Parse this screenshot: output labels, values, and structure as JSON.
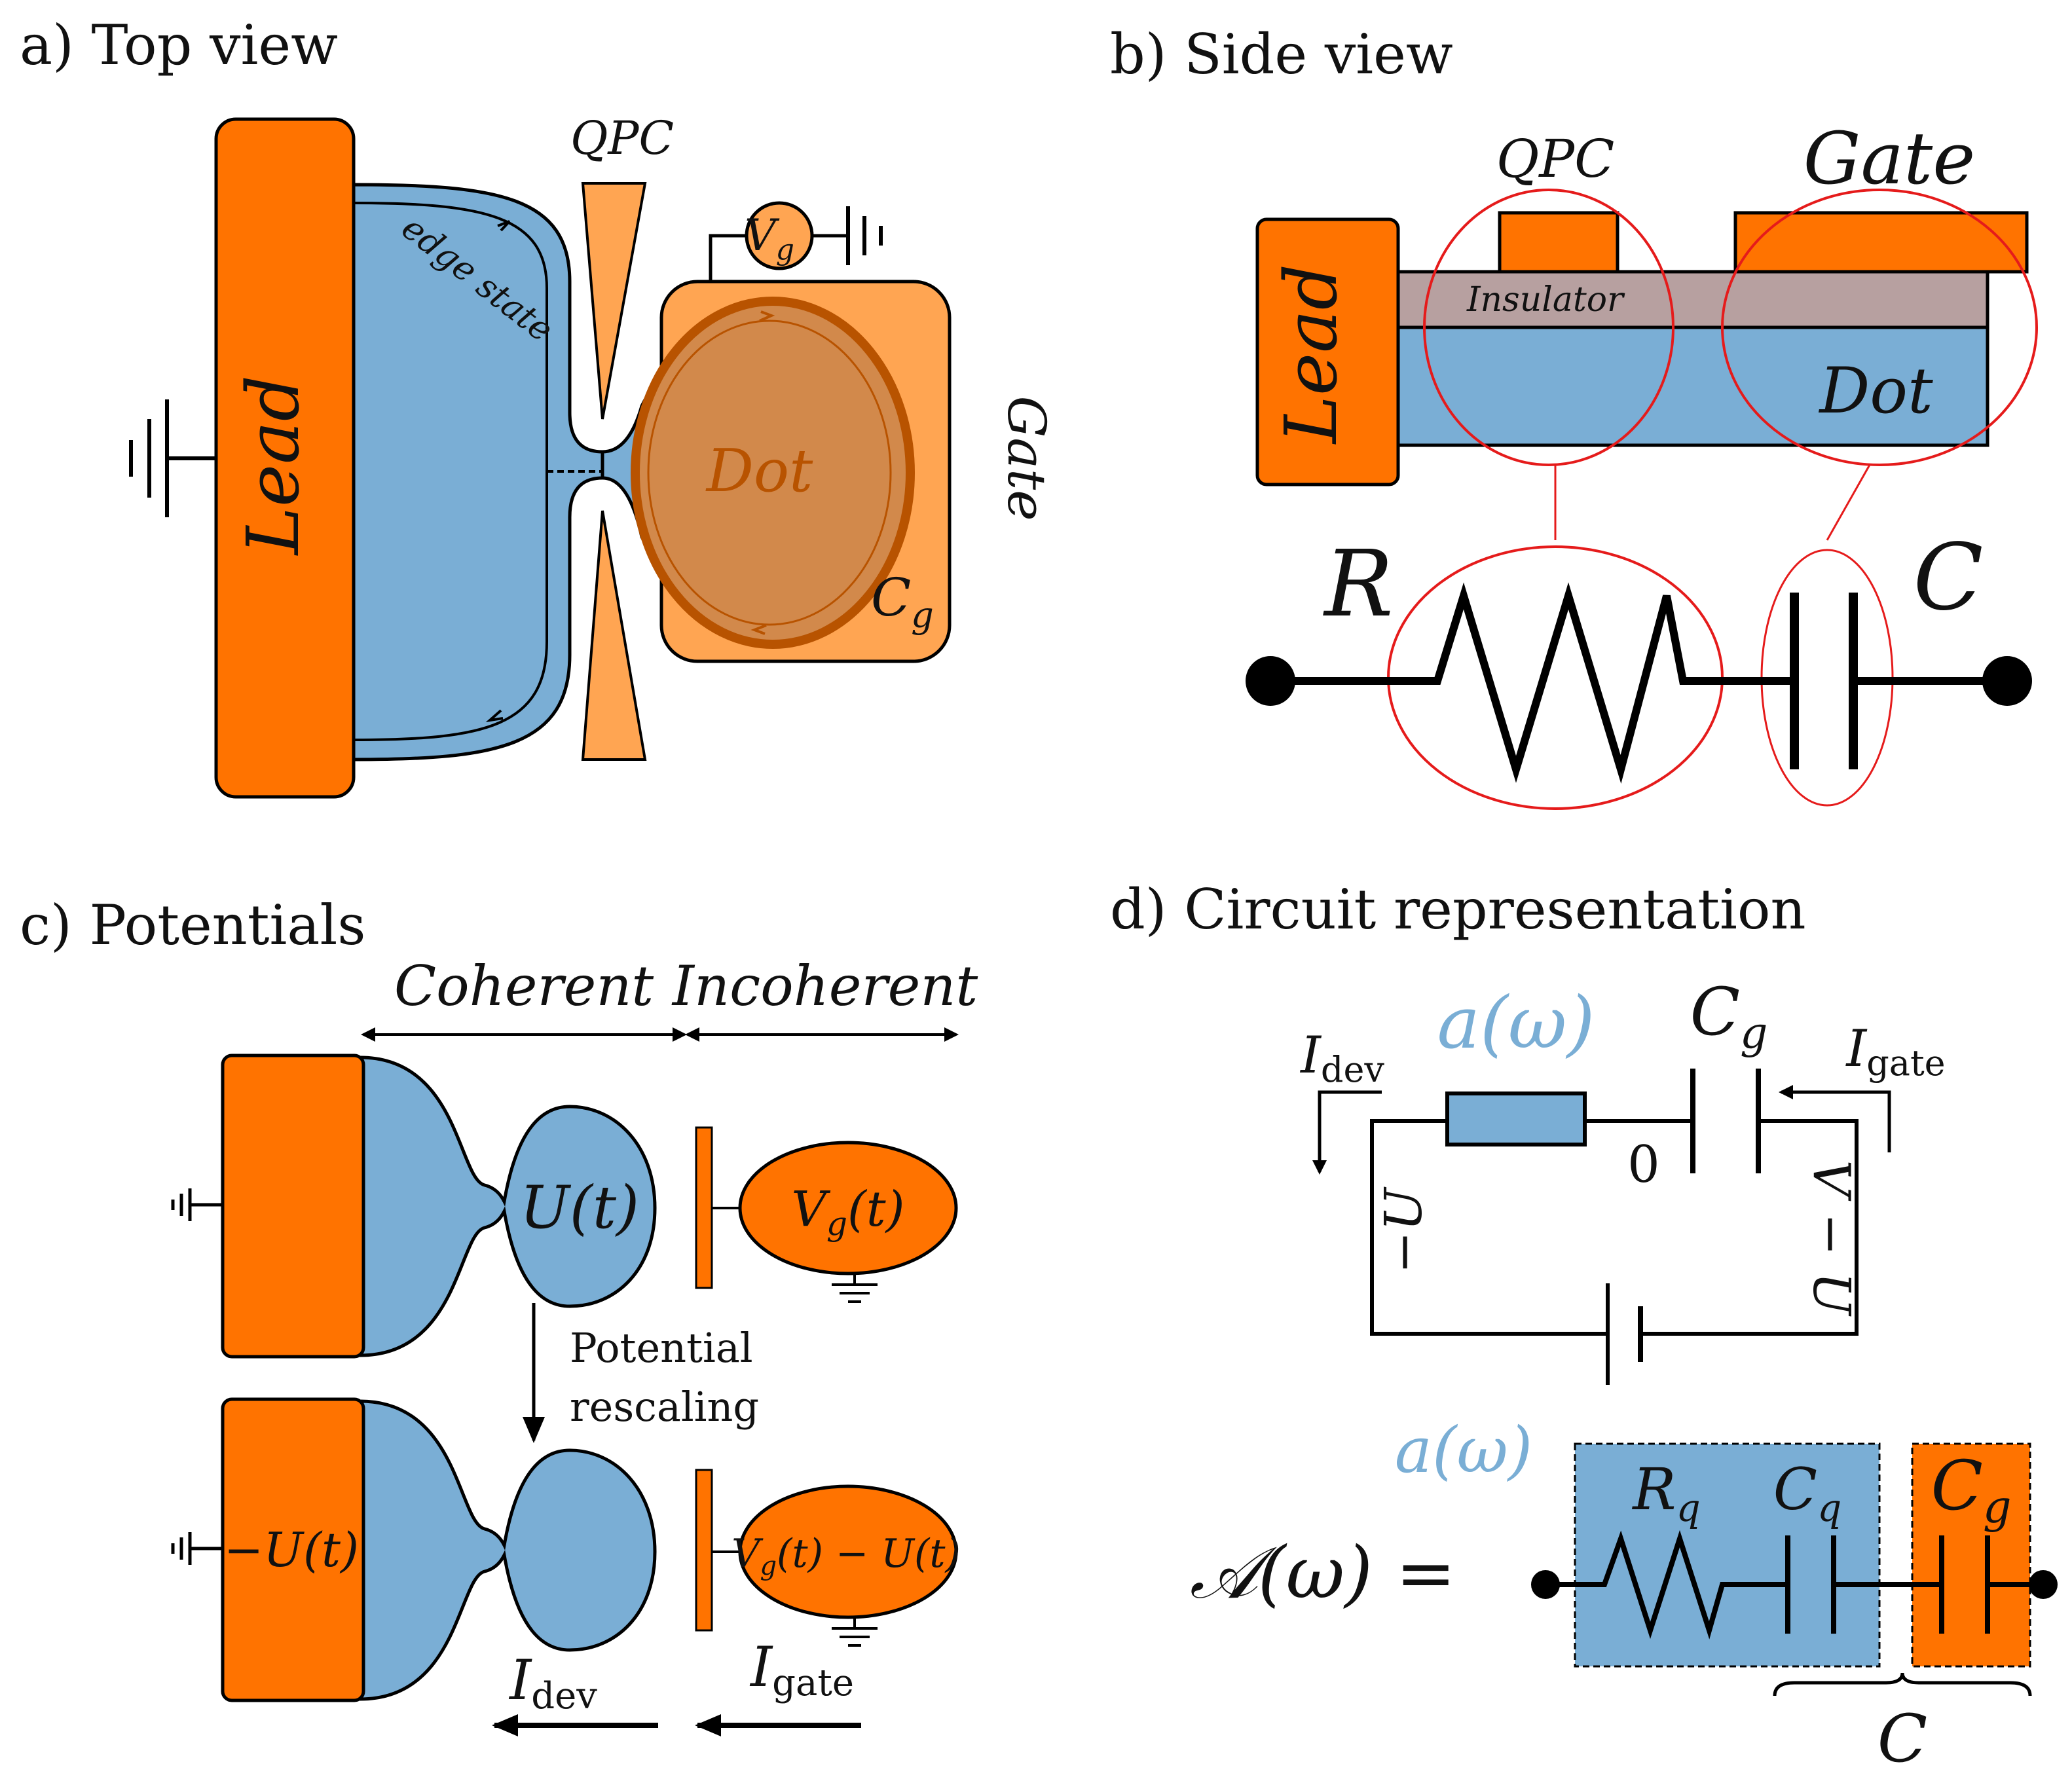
{
  "panels": {
    "a": {
      "title": "a) Top view",
      "lead": "Lead",
      "qpc": "QPC",
      "edge_state": "edge state",
      "vg": "V",
      "vg_sub": "g",
      "dot": "Dot",
      "gate": "Gate",
      "cg": "C",
      "cg_sub": "g"
    },
    "b": {
      "title": "b) Side view",
      "lead": "Lead",
      "qpc": "QPC",
      "gate": "Gate",
      "insulator": "Insulator",
      "dot": "Dot",
      "r": "R",
      "c": "C"
    },
    "c": {
      "title": "c) Potentials",
      "coherent": "Coherent",
      "incoherent": "Incoherent",
      "u_t": "U(t)",
      "vg_t": "V",
      "vg_t_sub": "g",
      "vg_t_tail": "(t)",
      "rescaling_line1": "Potential",
      "rescaling_line2": "rescaling",
      "minus_u_t": "−U(t)",
      "vg_minus_u": "V",
      "vg_minus_u_sub": "g",
      "vg_minus_u_tail": "(t) − U(t)",
      "idev": "I",
      "idev_sub": "dev",
      "igate": "I",
      "igate_sub": "gate"
    },
    "d": {
      "title": "d) Circuit representation",
      "idev": "I",
      "idev_sub": "dev",
      "a_omega": "a(ω)",
      "cg": "C",
      "cg_sub": "g",
      "igate": "I",
      "igate_sub": "gate",
      "zero": "0",
      "minus_u": "−U",
      "v_minus_u": "V − U",
      "a_omega_2": "a(ω)",
      "A_omega": "𝒜(ω) =",
      "rq": "R",
      "rq_sub": "q",
      "cq": "C",
      "cq_sub": "q",
      "cg2": "C",
      "cg2_sub": "g",
      "c_total": "C"
    }
  },
  "colors": {
    "orange": "#ff7300",
    "light_orange": "#ffa552",
    "blue": "#7aaed5",
    "insulator": "#b7a0a0",
    "red": "#e51b1b"
  }
}
